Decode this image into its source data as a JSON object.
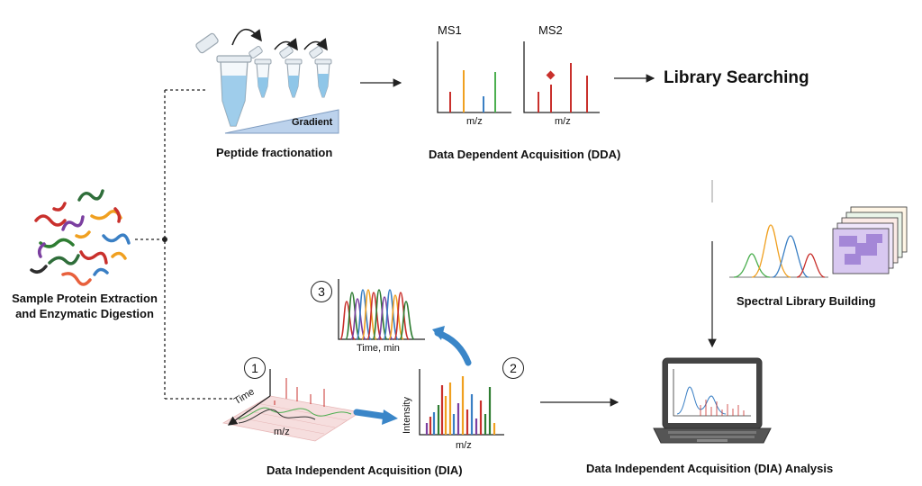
{
  "labels": {
    "peptide_fractionation": "Peptide fractionation",
    "gradient": "Gradient",
    "ms1": "MS1",
    "ms2": "MS2",
    "mz": "m/z",
    "dda": "Data Dependent Acquisition (DDA)",
    "library_searching": "Library Searching",
    "sample_line1": "Sample Protein Extraction",
    "sample_line2": "and Enzymatic Digestion",
    "spectral_library_building": "Spectral Library Building",
    "time_min": "Time, min",
    "time": "Time",
    "intensity": "Intensity",
    "dia": "Data Independent Acquisition (DIA)",
    "dia_analysis": "Data Independent Acquisition (DIA) Analysis"
  },
  "steps": {
    "one": "1",
    "two": "2",
    "three": "3"
  },
  "colors": {
    "red": "#c9302c",
    "orange": "#f0a020",
    "blue": "#3a7fc4",
    "green": "#4caf50",
    "tube_blue": "#8fc6e8",
    "arrow_blue": "#3a86c8",
    "purple": "#7b52c4"
  }
}
